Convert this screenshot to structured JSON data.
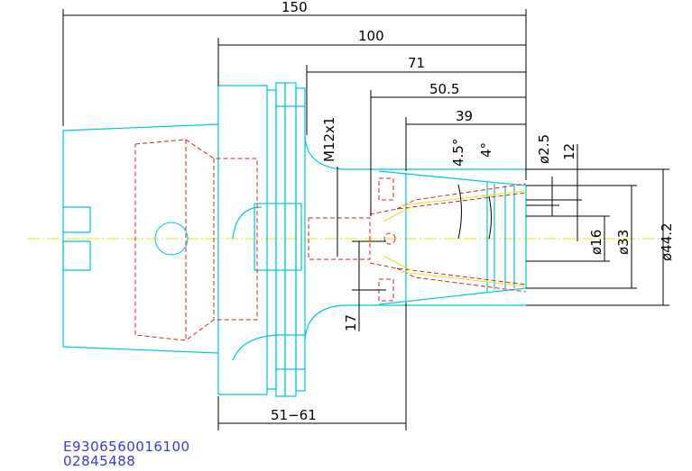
{
  "dimensions": {
    "overall_length": "150",
    "gauge_length": "100",
    "nut_length": "71",
    "collet_length": "50.5",
    "nose_length": "39",
    "thread": "M12x1",
    "angle_outer": "4.5°",
    "angle_inner": "4°",
    "dia_small": "ø2.5",
    "dia_12": "12",
    "dia_16": "ø16",
    "dia_33": "ø33",
    "dia_44": "ø44.2",
    "bore_17": "17",
    "adjust_range": "51−61"
  },
  "codes": {
    "article_number": "E9306560016100",
    "secondary_number": "02845488"
  },
  "colors": {
    "outline": "#00c8d8",
    "hidden": "#e02020",
    "centerline": "#e8e020",
    "dimension": "#000000",
    "code_text": "#3a3ad8"
  }
}
